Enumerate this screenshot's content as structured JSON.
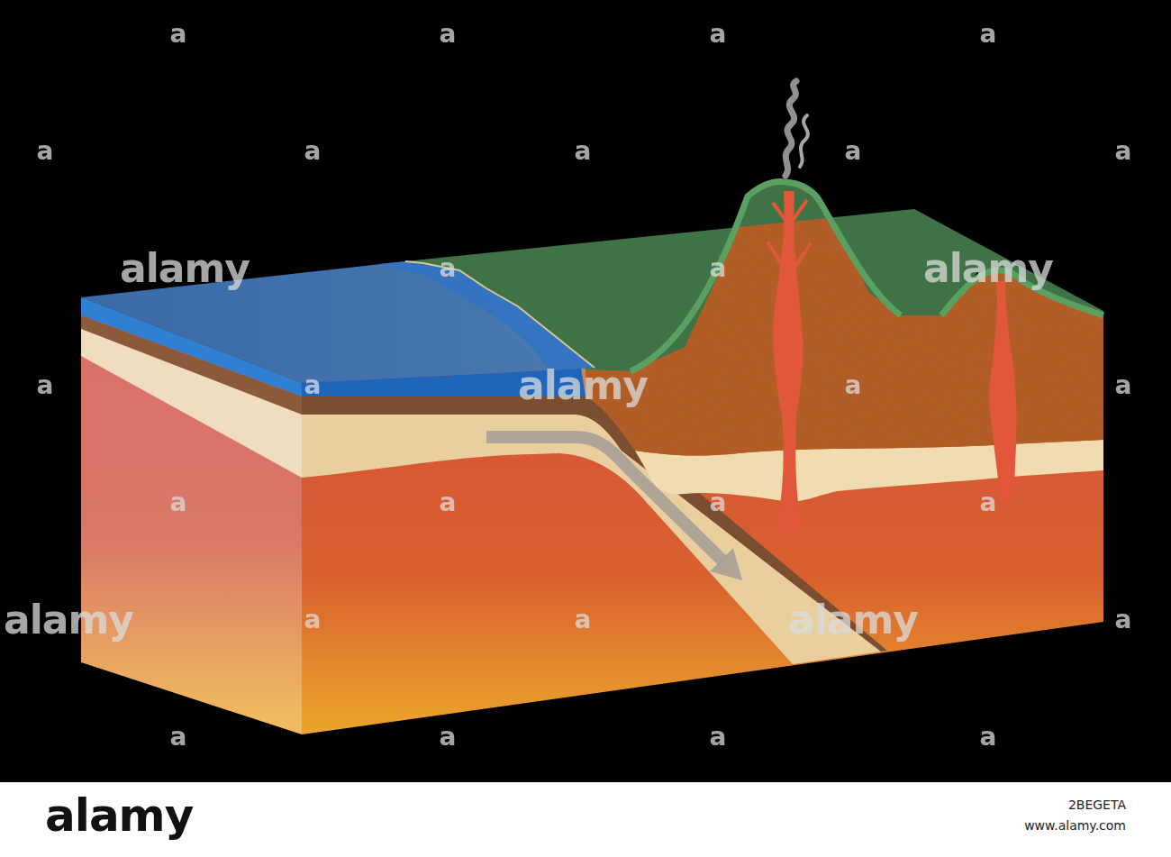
{
  "diagram": {
    "labels": [
      "a",
      "a",
      "a",
      "a",
      "a",
      "a",
      "a",
      "a",
      "a",
      "alamy",
      "a",
      "a",
      "alamy",
      "a",
      "a",
      "alamy",
      "a",
      "a",
      "a",
      "a",
      "a",
      "a",
      "alamy",
      "a",
      "a",
      "alamy",
      "a",
      "a",
      "a",
      "a",
      "a",
      "alamy",
      "2BEGETA",
      "www.alamy.com"
    ]
  }
}
